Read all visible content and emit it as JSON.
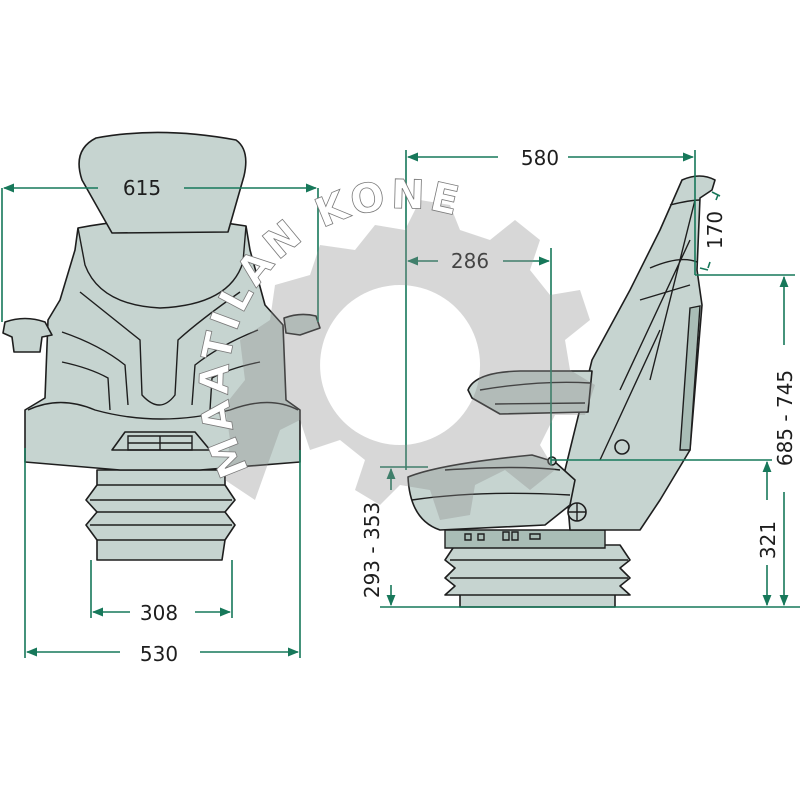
{
  "watermark": {
    "text": "MAATILAN KONE"
  },
  "colors": {
    "dimension": "#17785a",
    "seat_fill": "#c6d4d0",
    "outline": "#1e1e1e"
  },
  "front_view": {
    "dimensions": {
      "overall_armrest_width": "615",
      "base_width": "308",
      "seat_width": "530"
    }
  },
  "side_view": {
    "dimensions": {
      "depth": "580",
      "seat_reference_point": "286",
      "headrest_adjust": "170",
      "backrest_height": "685 - 745",
      "sip_height": "321",
      "seat_height": "293 - 353"
    }
  }
}
